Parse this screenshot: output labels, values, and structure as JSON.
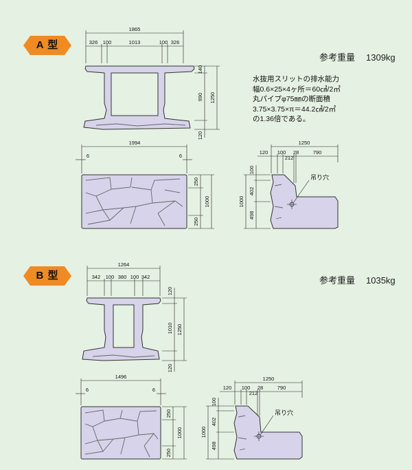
{
  "sections": {
    "a": {
      "badge": "A 型",
      "weight_label": "参考重量",
      "weight_value": "1309kg",
      "note_lines": [
        "水抜用スリットの排水能力",
        "幅0.6×25×4ヶ所＝60㎠/2㎡",
        "丸パイプφ75㎜の断面積",
        "3.75×3.75×π＝44.2㎠/2㎡",
        "の1.36倍である。"
      ],
      "front": {
        "total": "1865",
        "parts": [
          "326",
          "100",
          "1013",
          "100",
          "326"
        ],
        "heights": [
          "140",
          "990",
          "120"
        ],
        "height_total": "1250"
      },
      "plan": {
        "width": "1994",
        "edge_left": "6",
        "edge_right": "6",
        "heights": [
          "250",
          "250"
        ],
        "height_total": "1000"
      },
      "side": {
        "total": "1250",
        "parts": [
          "120",
          "100",
          "212",
          "28",
          "790"
        ],
        "heights": [
          "100",
          "402",
          "498"
        ],
        "height_total": "1000",
        "hole_label": "吊り穴"
      }
    },
    "b": {
      "badge": "B 型",
      "weight_label": "参考重量",
      "weight_value": "1035kg",
      "front": {
        "total": "1264",
        "parts": [
          "342",
          "100",
          "380",
          "100",
          "342"
        ],
        "heights": [
          "120",
          "1010",
          "120"
        ],
        "height_total": "1250"
      },
      "plan": {
        "width": "1496",
        "edge_left": "6",
        "edge_right": "6",
        "heights": [
          "250",
          "250"
        ],
        "height_total": "1000"
      },
      "side": {
        "total": "1250",
        "parts": [
          "120",
          "100",
          "212",
          "28",
          "790"
        ],
        "heights": [
          "100",
          "402",
          "498"
        ],
        "height_total": "1000",
        "hole_label": "吊り穴"
      }
    }
  },
  "colors": {
    "background": "#e5f1e2",
    "badge": "#f08a22",
    "shape_fill": "#d6d3ea"
  }
}
